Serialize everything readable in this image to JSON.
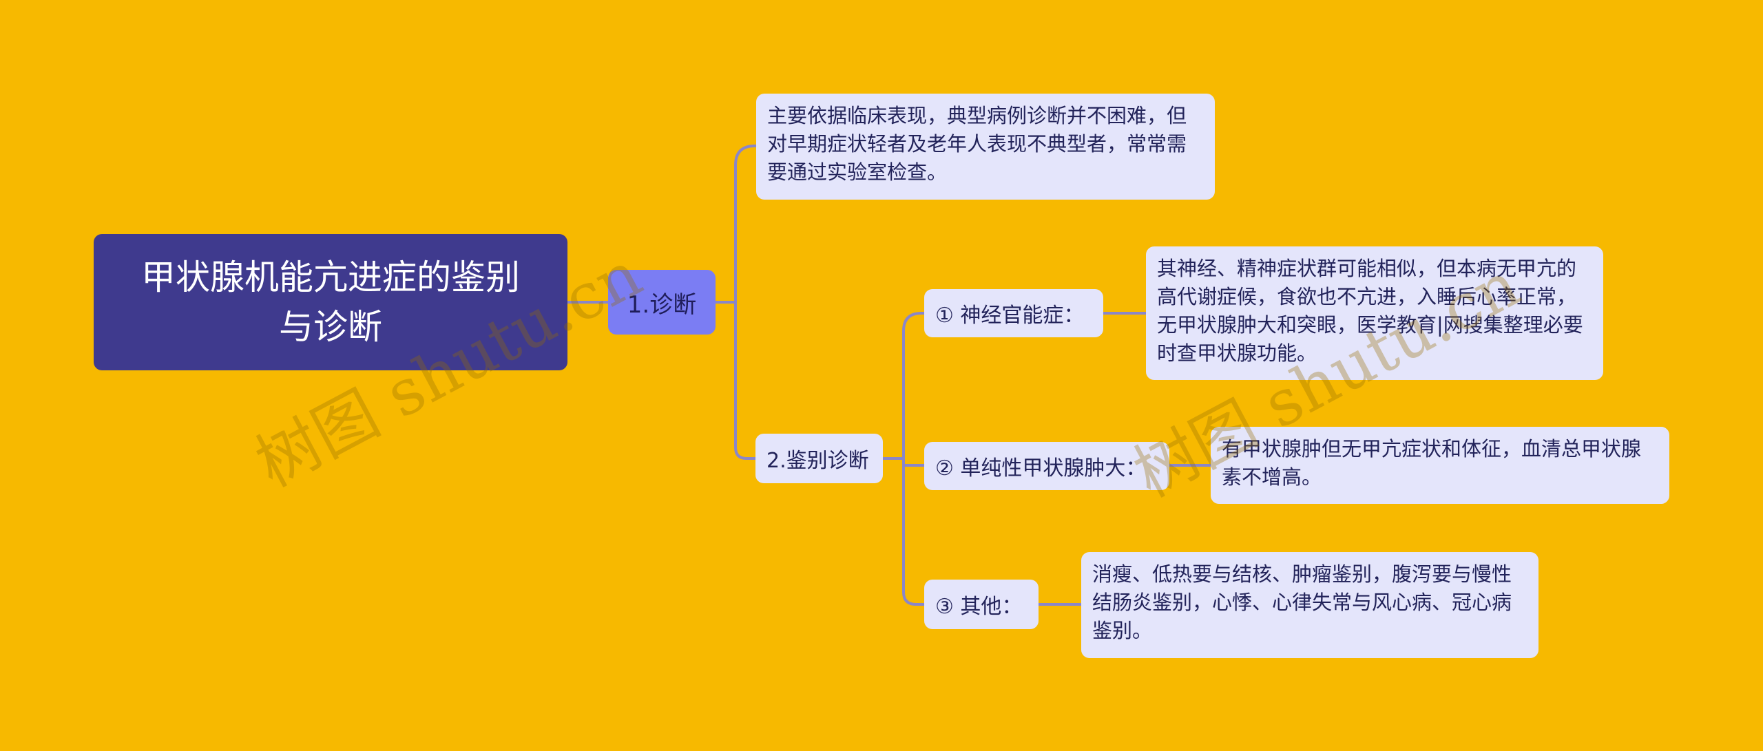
{
  "root": {
    "title_line1": "甲状腺机能亢进症的鉴别",
    "title_line2": "与诊断"
  },
  "branch": {
    "label": "1.诊断"
  },
  "diagnosis": {
    "text": "主要依据临床表现，典型病例诊断并不困难，但对早期症状轻者及老年人表现不典型者，常常需要通过实验室检查。"
  },
  "differential": {
    "label": "2.鉴别诊断",
    "items": [
      {
        "label": "① 神经官能症：",
        "detail": "其神经、精神症状群可能相似，但本病无甲亢的高代谢症候，食欲也不亢进，入睡后心率正常，无甲状腺肿大和突眼，医学教育|网搜集整理必要时查甲状腺功能。"
      },
      {
        "label": "② 单纯性甲状腺肿大：",
        "detail": "有甲状腺肿但无甲亢症状和体征，血清总甲状腺素不增高。"
      },
      {
        "label": "③ 其他：",
        "detail": "消瘦、低热要与结核、肿瘤鉴别，腹泻要与慢性结肠炎鉴别，心悸、心律失常与风心病、冠心病鉴别。"
      }
    ]
  },
  "watermark": {
    "text1": "树图 shutu.cn",
    "text2": "树图 shutu.cn"
  },
  "colors": {
    "background": "#f7b900",
    "root": "#3f3a8e",
    "branch": "#7b7df3",
    "leaf": "#e4e5fb",
    "line": "#8a86c9"
  }
}
